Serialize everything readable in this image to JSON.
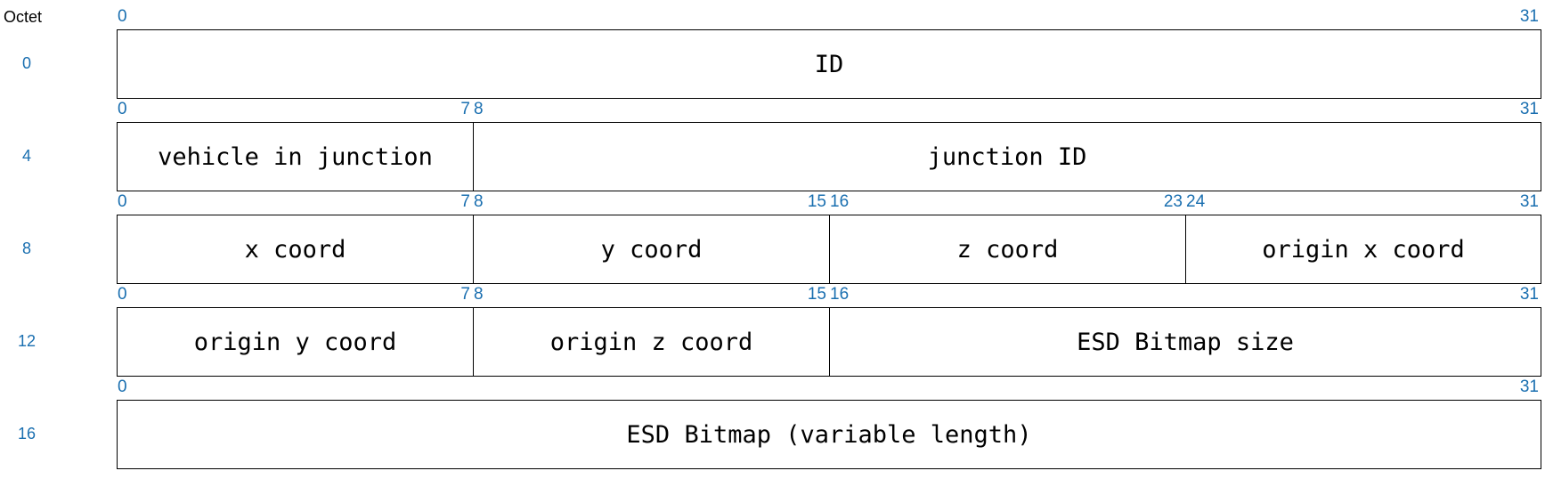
{
  "header": {
    "label": "Octet"
  },
  "colors": {
    "accent": "#1a6fb0",
    "border": "#000000"
  },
  "rows": [
    {
      "octet": "0",
      "fields": [
        {
          "label": "ID",
          "start": 0,
          "end": 31
        }
      ]
    },
    {
      "octet": "4",
      "fields": [
        {
          "label": "vehicle in junction",
          "start": 0,
          "end": 7
        },
        {
          "label": "junction ID",
          "start": 8,
          "end": 31
        }
      ]
    },
    {
      "octet": "8",
      "fields": [
        {
          "label": "x coord",
          "start": 0,
          "end": 7
        },
        {
          "label": "y coord",
          "start": 8,
          "end": 15
        },
        {
          "label": "z coord",
          "start": 16,
          "end": 23
        },
        {
          "label": "origin x coord",
          "start": 24,
          "end": 31
        }
      ]
    },
    {
      "octet": "12",
      "fields": [
        {
          "label": "origin y coord",
          "start": 0,
          "end": 7
        },
        {
          "label": "origin z coord",
          "start": 8,
          "end": 15
        },
        {
          "label": "ESD Bitmap size",
          "start": 16,
          "end": 31
        }
      ]
    },
    {
      "octet": "16",
      "fields": [
        {
          "label": "ESD Bitmap (variable length)",
          "start": 0,
          "end": 31
        }
      ]
    }
  ]
}
